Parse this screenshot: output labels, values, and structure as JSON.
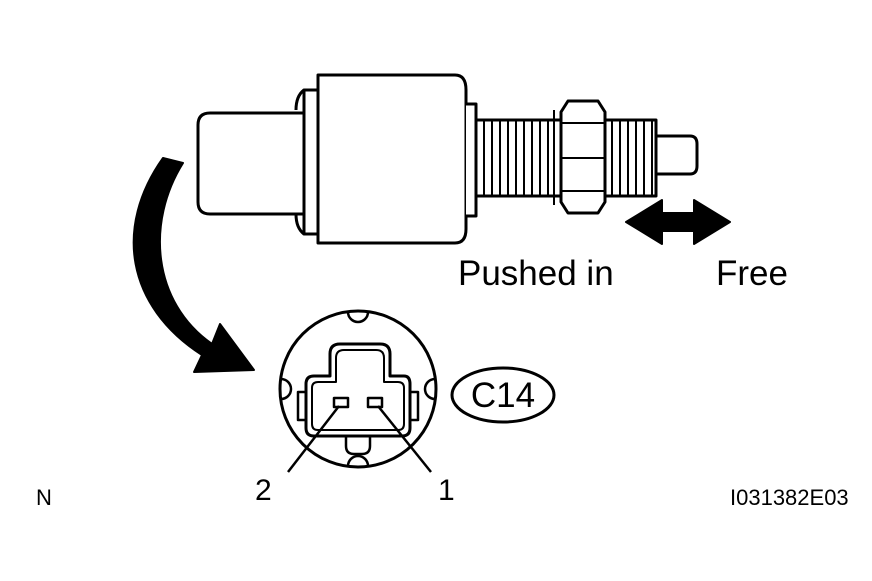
{
  "labels": {
    "pushed_in": "Pushed in",
    "free": "Free",
    "connector_id": "C14",
    "terminal_2": "2",
    "terminal_1": "1",
    "view_mark": "N",
    "figure_code": "I031382E03"
  },
  "colors": {
    "line": "#000000",
    "fill": "#ffffff"
  }
}
